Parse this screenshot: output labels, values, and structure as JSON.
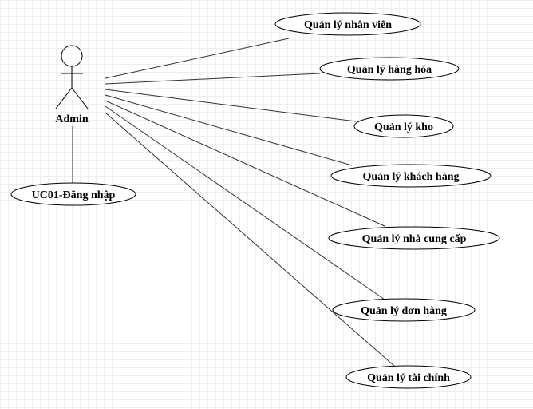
{
  "actor": {
    "name": "Admin"
  },
  "login_usecase": {
    "label": "UC01-Đăng nhập"
  },
  "usecases": [
    {
      "label": "Quản lý nhân viên"
    },
    {
      "label": "Quản lý hàng hóa"
    },
    {
      "label": "Quản lý kho"
    },
    {
      "label": "Quản lý khách hàng"
    },
    {
      "label": "Quản lý nhà cung cấp"
    },
    {
      "label": "Quản lý đơn hàng"
    },
    {
      "label": "Quản lý tài chính"
    }
  ]
}
